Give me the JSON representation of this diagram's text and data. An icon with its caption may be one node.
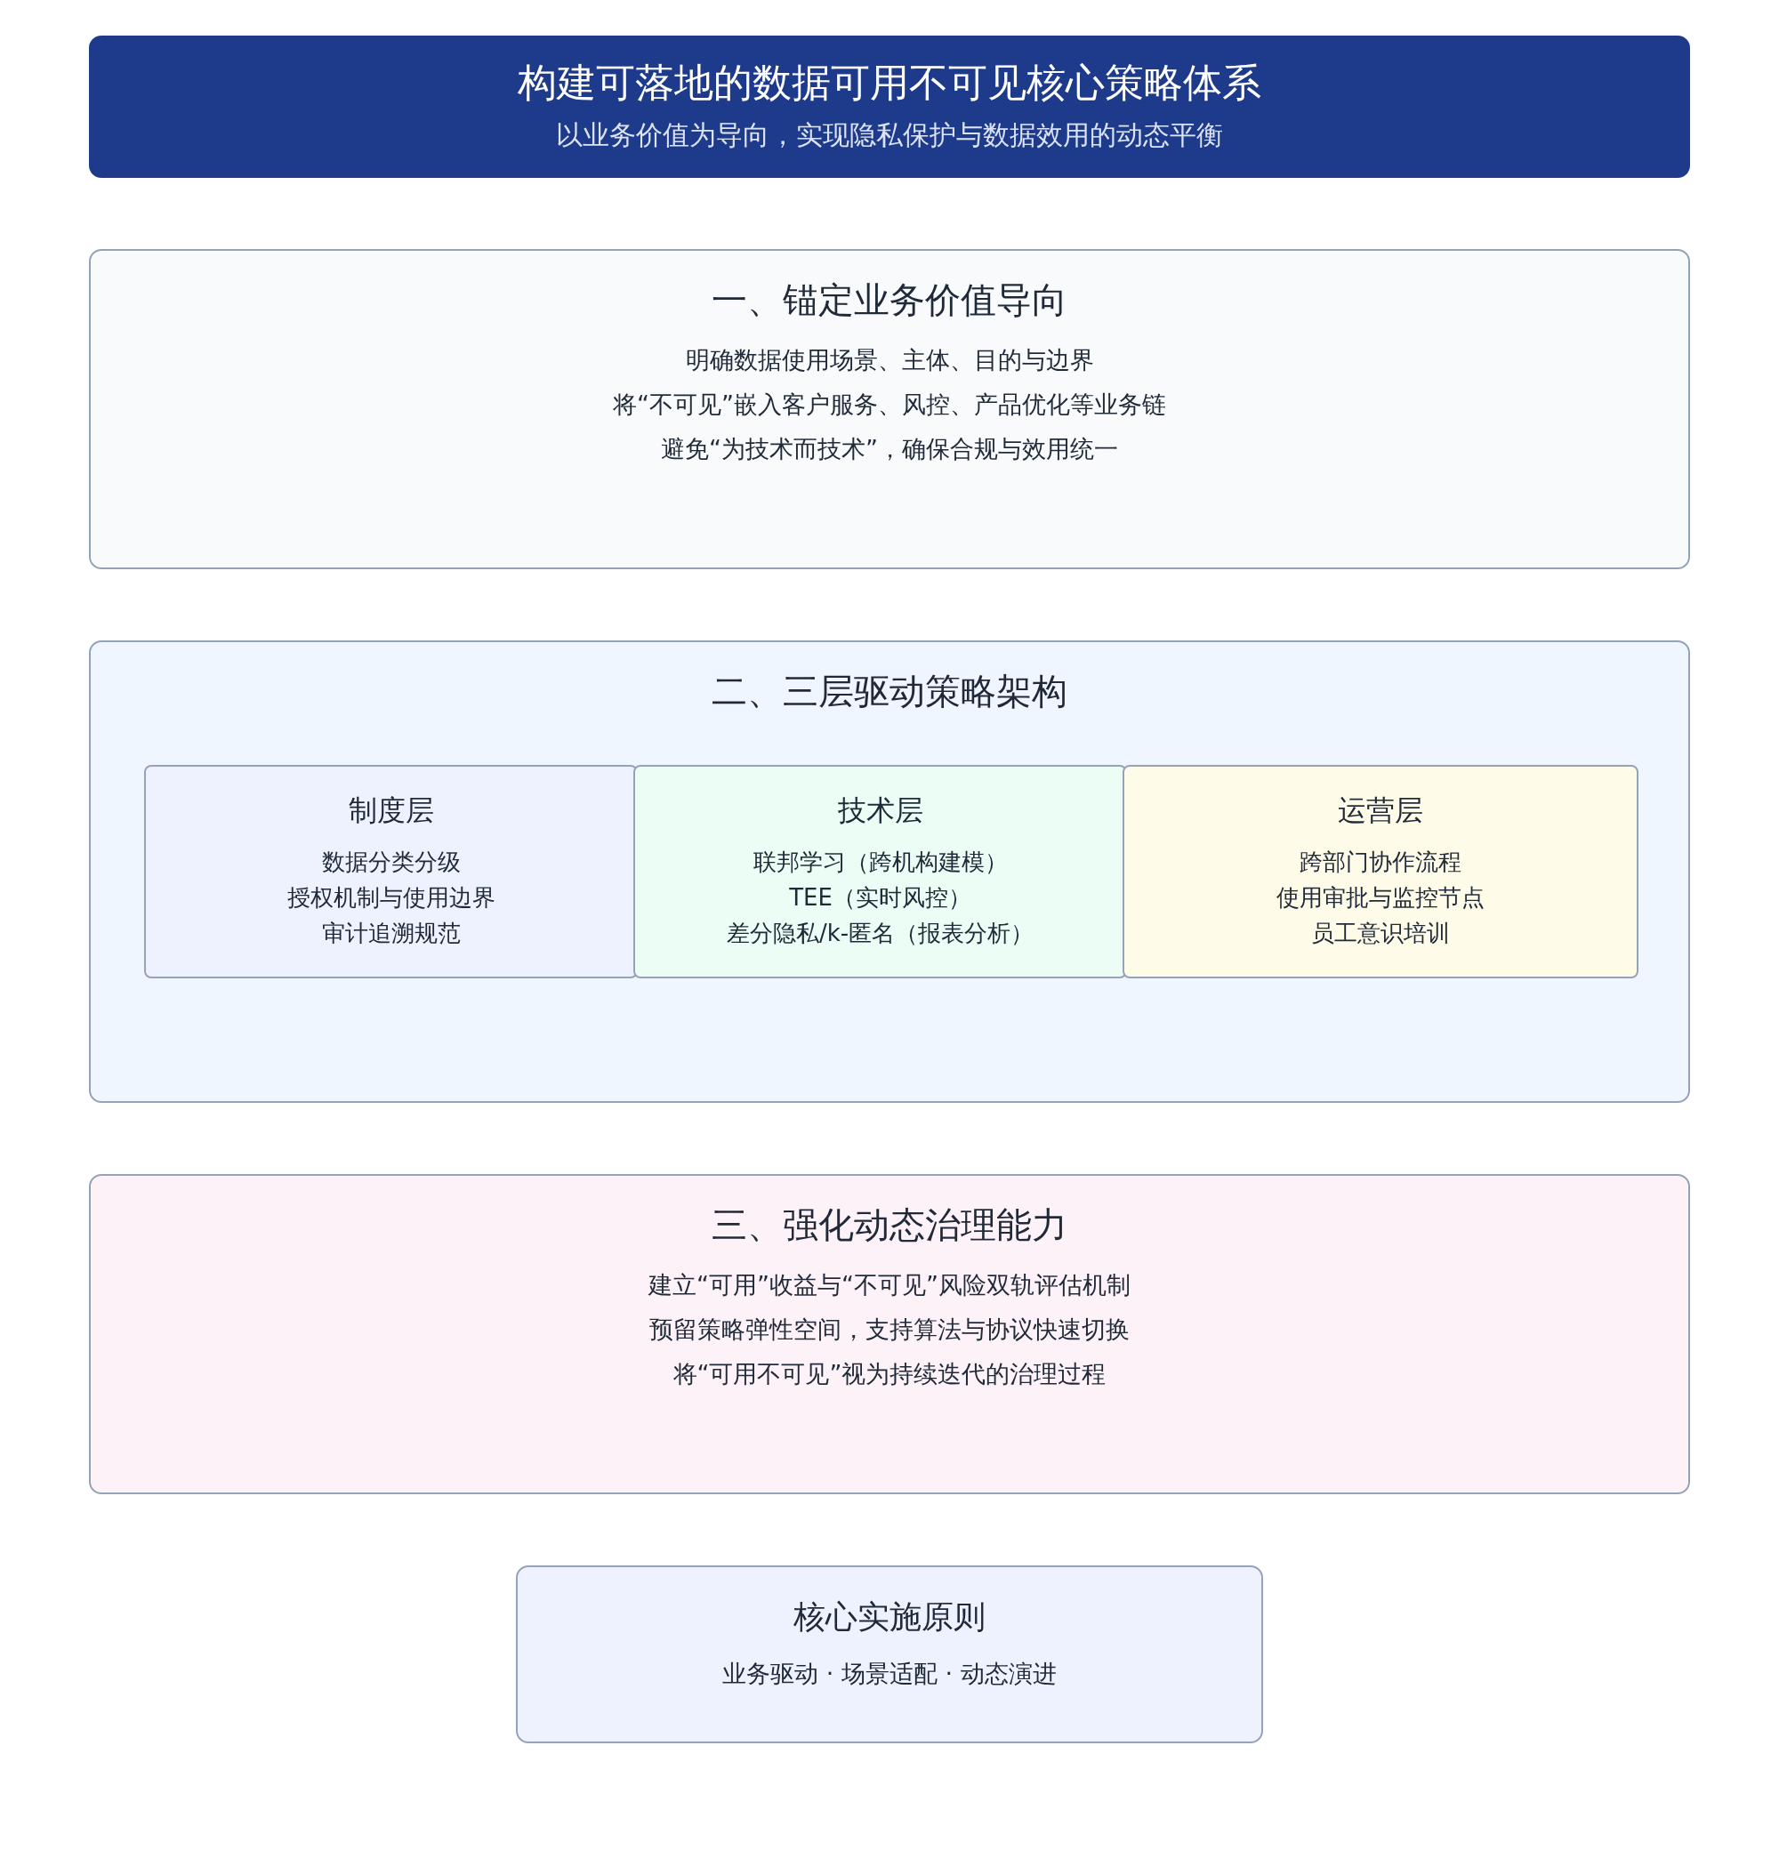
{
  "diagram": {
    "nodes": [
      {
        "text": [
          "构建可落地的数据可用不可见核心策略体系",
          "以业务价值为导向，实现隐私保护与数据效用的动态平衡"
        ]
      },
      {
        "text": [
          "一、锚定业务价值导向",
          "明确数据使用场景、主体、目的与边界",
          "将“不可见”嵌入客户服务、风控、产品优化等业务链",
          "避免“为技术而技术”，确保合规与效用统一"
        ]
      },
      {
        "text": [
          "二、三层驱动策略架构"
        ]
      },
      {
        "text": [
          "制度层",
          "数据分类分级",
          "授权机制与使用边界",
          "审计追溯规范"
        ],
        "in": 2
      },
      {
        "text": [
          "技术层",
          "联邦学习（跨机构建模）",
          "TEE（实时风控）",
          "差分隐私/k-匿名（报表分析）"
        ],
        "in": 2
      },
      {
        "text": [
          "运营层",
          "跨部门协作流程",
          "使用审批与监控节点",
          "员工意识培训"
        ],
        "in": 2
      },
      {
        "text": [
          "三、强化动态治理能力",
          "建立“可用”收益与“不可见”风险双轨评估机制",
          "预留策略弹性空间，支持算法与协议快速切换",
          "将“可用不可见”视为持续迭代的治理过程"
        ]
      },
      {
        "text": [
          "核心实施原则",
          "业务驱动 · 场景适配 · 动态演进"
        ]
      }
    ]
  }
}
